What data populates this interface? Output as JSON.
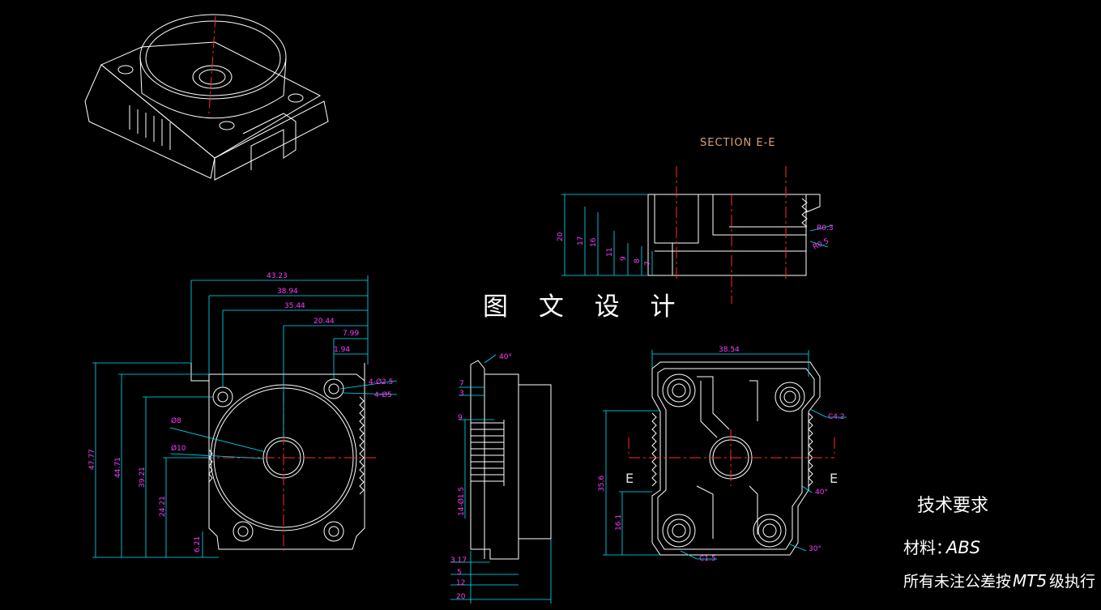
{
  "colors": {
    "background": "#000000",
    "outline": "#ffffff",
    "dimension_line": "#00e5ff",
    "dimension_text": "#ff3cff",
    "center_line": "#ff2a2a",
    "section_title": "#d9a27a"
  },
  "watermark": "图 文 设 计",
  "section_view": {
    "title": "SECTION E-E",
    "dims_vertical": [
      "20",
      "17",
      "16",
      "11",
      "9",
      "8",
      "7"
    ],
    "radii": [
      "R0.3",
      "R0.5"
    ]
  },
  "front_view": {
    "dims_horizontal": [
      "43.23",
      "38.94",
      "35.44",
      "20.44",
      "7.99",
      "1.94"
    ],
    "dims_vertical": [
      "47.77",
      "44.71",
      "39.21",
      "24.21",
      "6.21"
    ],
    "hole_notes": [
      "4-Ø2.5",
      "4-Ø5"
    ],
    "diameters": [
      "Ø8",
      "Ø10"
    ]
  },
  "side_view": {
    "angle": "40°",
    "dims_top": [
      "7",
      "3",
      "9"
    ],
    "rib_note": "14-Ø1.5",
    "dims_bottom": [
      "3.17",
      "5",
      "12",
      "20"
    ]
  },
  "bottom_view": {
    "width_dim": "38.54",
    "chamfer_top": "C4.2",
    "chamfer_bottom": "C1.5",
    "dims_vertical": [
      "35.6",
      "16.1"
    ],
    "angles": [
      "40°",
      "30°"
    ],
    "section_marks": [
      "E",
      "E"
    ]
  },
  "notes": {
    "heading": "技术要求",
    "material_label": "材料：",
    "material_value": "ABS",
    "tolerance_prefix": "所有未注公差按",
    "tolerance_grade": "MT5",
    "tolerance_suffix": "级执行"
  }
}
